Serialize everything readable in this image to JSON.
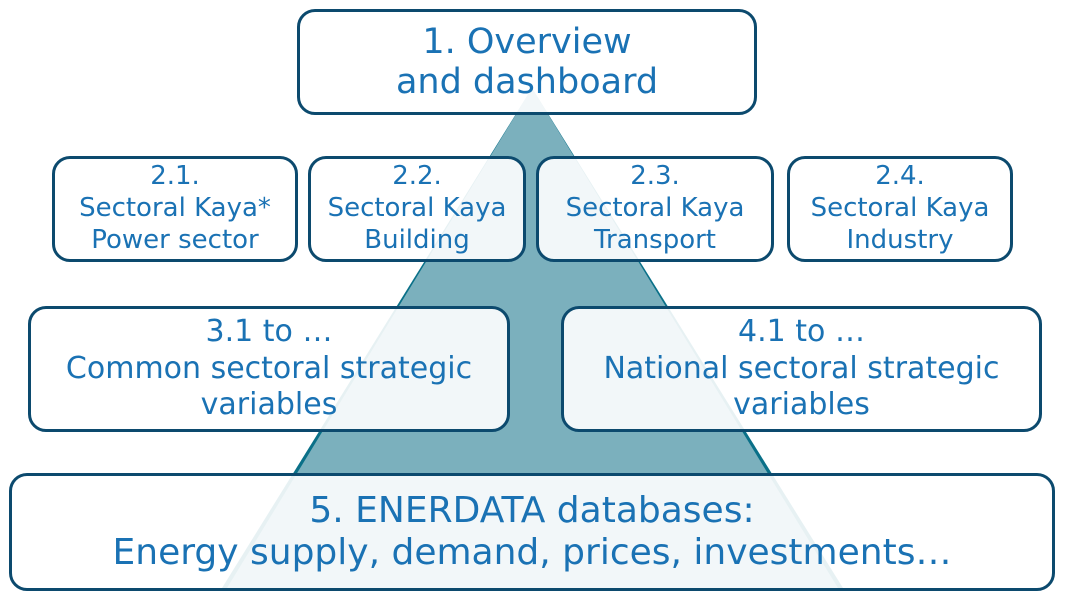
{
  "colors": {
    "pyramid_fill": "#0a7088",
    "pyramid_highlight": "#d8e6ea",
    "box_border": "#0c4a6e",
    "text": "#1a72b4"
  },
  "level1": {
    "line1": "1. Overview",
    "line2": "and dashboard"
  },
  "level2": [
    {
      "num": "2.1.",
      "line1": "Sectoral Kaya*",
      "line2": "Power sector"
    },
    {
      "num": "2.2.",
      "line1": "Sectoral Kaya",
      "line2": "Building"
    },
    {
      "num": "2.3.",
      "line1": "Sectoral Kaya",
      "line2": "Transport"
    },
    {
      "num": "2.4.",
      "line1": "Sectoral Kaya",
      "line2": "Industry"
    }
  ],
  "level3": [
    {
      "num": "3.1 to …",
      "line1": "Common sectoral strategic",
      "line2": "variables"
    },
    {
      "num": "4.1 to …",
      "line1": "National sectoral strategic",
      "line2": "variables"
    }
  ],
  "level5": {
    "line1": "5. ENERDATA databases:",
    "line2": "Energy supply, demand, prices, investments…"
  }
}
